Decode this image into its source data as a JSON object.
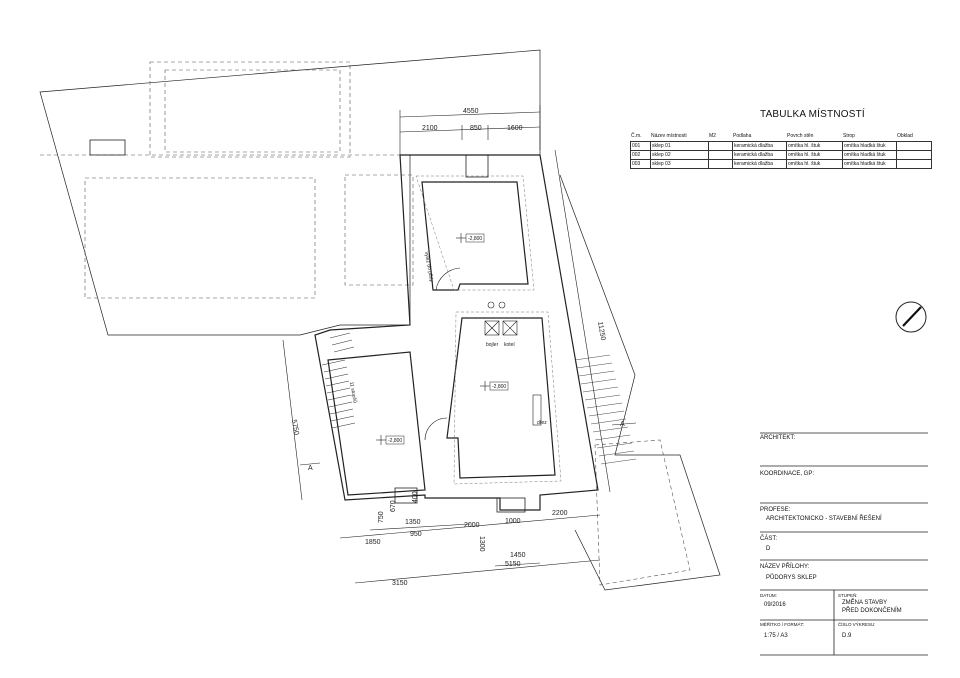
{
  "room_table": {
    "title": "TABULKA MÍSTNOSTÍ",
    "headers": [
      "Č.m.",
      "Název místnosti",
      "M2",
      "Podlaha",
      "Povrch stěn",
      "Strop",
      "Obklad"
    ],
    "rows": [
      [
        "001",
        "sklep 01",
        "",
        "keramická dlažba",
        "omítka hl. štuk",
        "omítka hladká štuk",
        ""
      ],
      [
        "002",
        "sklep 02",
        "",
        "keramická dlažba",
        "omítka hl. štuk",
        "omítka hladká štuk",
        ""
      ],
      [
        "003",
        "sklep 03",
        "",
        "keramická dlažba",
        "omítka hl. štuk",
        "omítka hladká štuk",
        ""
      ]
    ]
  },
  "title_block": {
    "architekt_label": "ARCHITEKT:",
    "koordinace_label": "KOORDINACE, GP:",
    "profese_label": "PROFESE:",
    "profese_value": "ARCHITEKTONICKO - STAVEBNÍ ŘEŠENÍ",
    "cast_label": "ČÁST:",
    "cast_value": "D",
    "nazev_label": "NÁZEV PŘÍLOHY:",
    "nazev_value": "PŮDORYS SKLEP",
    "datum_label": "DATUM:",
    "datum_value": "09/2016",
    "stupen_label": "STUPEŇ:",
    "stupen_value_1": "ZMĚNA STAVBY",
    "stupen_value_2": "PŘED DOKONČENÍM",
    "meritko_label": "MĚŘÍTKO / FORMÁT:",
    "meritko_value": "1:75 / A3",
    "cislo_label": "ČÍSLO VÝKRESU:",
    "cislo_value": "D.9"
  },
  "plan": {
    "dims": {
      "top_total": "4550",
      "top_a": "2100",
      "top_b": "850",
      "top_c": "1600",
      "right_v": "11250",
      "left_v": "5750",
      "b_1850": "1850",
      "b_1350": "1350",
      "b_950": "950",
      "b_750": "750",
      "b_400": "400",
      "b_670": "670",
      "b_2000": "2000",
      "b_1300": "1300",
      "b_1000": "1000",
      "b_2200": "2200",
      "b_1450": "1450",
      "b_5150": "5150",
      "b_3150": "3150"
    },
    "levels": {
      "room1": "-2,800",
      "room2": "-2,800",
      "room3": "-2,800"
    },
    "labels": {
      "bojler": "bojler",
      "kotel": "kotel",
      "sklad": "dřez",
      "vert_text": "výlez do půdy",
      "stair_text": "11 stupňů",
      "section_a": "A"
    }
  },
  "colors": {
    "line": "#222222",
    "dashed": "#555555",
    "background": "#ffffff"
  }
}
